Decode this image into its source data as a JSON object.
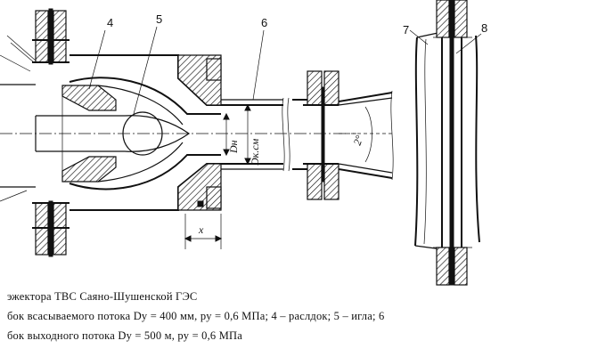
{
  "labels": {
    "part_4": "4",
    "part_5": "5",
    "part_6": "6",
    "part_7": "7",
    "part_8": "8",
    "dim_dn": "Dн",
    "dim_dksm": "Dк.см",
    "dim_x": "x",
    "angle": "2°"
  },
  "caption": {
    "line1": "эжектора ТВС Саяно-Шушенской ГЭС",
    "line2": "бок всасываемого потока Dу = 400 мм, pу = 0,6 МПа; 4 – раслдок; 5 – игла; 6",
    "line3": "бок выходного потока Dу = 500 м, pу = 0,6 МПа"
  }
}
